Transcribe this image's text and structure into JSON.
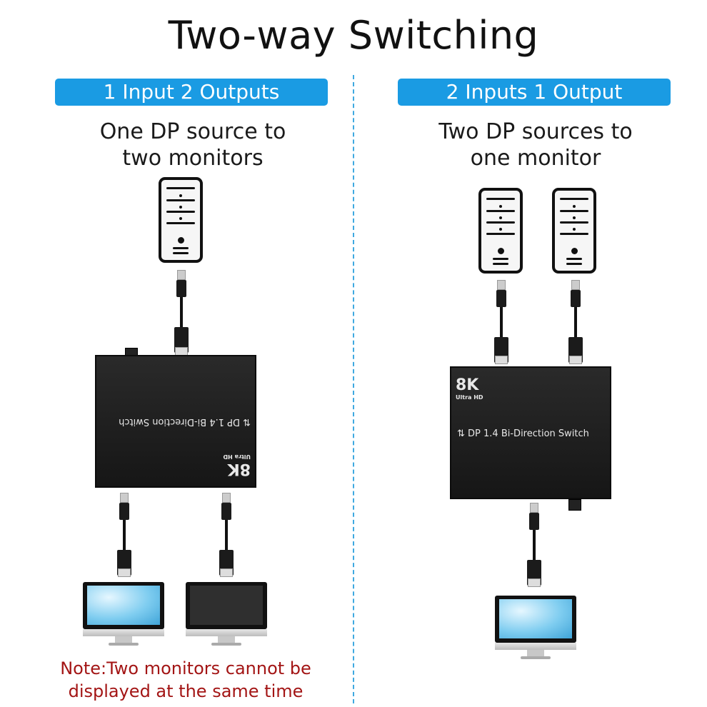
{
  "title": "Two-way Switching",
  "colors": {
    "accent": "#1a9be3",
    "note": "#a31515",
    "divider": "#3fa9e0"
  },
  "left": {
    "mode_label": "1 Input 2 Outputs",
    "description_line1": "One DP source to",
    "description_line2": "two monitors",
    "sources": 1,
    "monitors": [
      {
        "state": "displaying"
      },
      {
        "state": "off"
      }
    ],
    "device": {
      "brand": "8K",
      "sub": "Ultra HD",
      "name": "DP 1.4 Bi-Direction Switch",
      "orientation": "upside-down"
    },
    "note_line1": "Note:Two monitors cannot be",
    "note_line2": "displayed at the same time"
  },
  "right": {
    "mode_label": "2 Inputs 1 Output",
    "description_line1": "Two DP sources to",
    "description_line2": "one monitor",
    "sources": 2,
    "monitors": [
      {
        "state": "displaying"
      }
    ],
    "device": {
      "brand": "8K",
      "sub": "Ultra HD",
      "name": "DP 1.4 Bi-Direction Switch",
      "orientation": "normal"
    }
  },
  "icons": {
    "computer": "pc-tower-icon",
    "monitor": "monitor-icon",
    "cable": "dp-cable-icon",
    "arrows": "bidirectional-arrows-icon"
  }
}
